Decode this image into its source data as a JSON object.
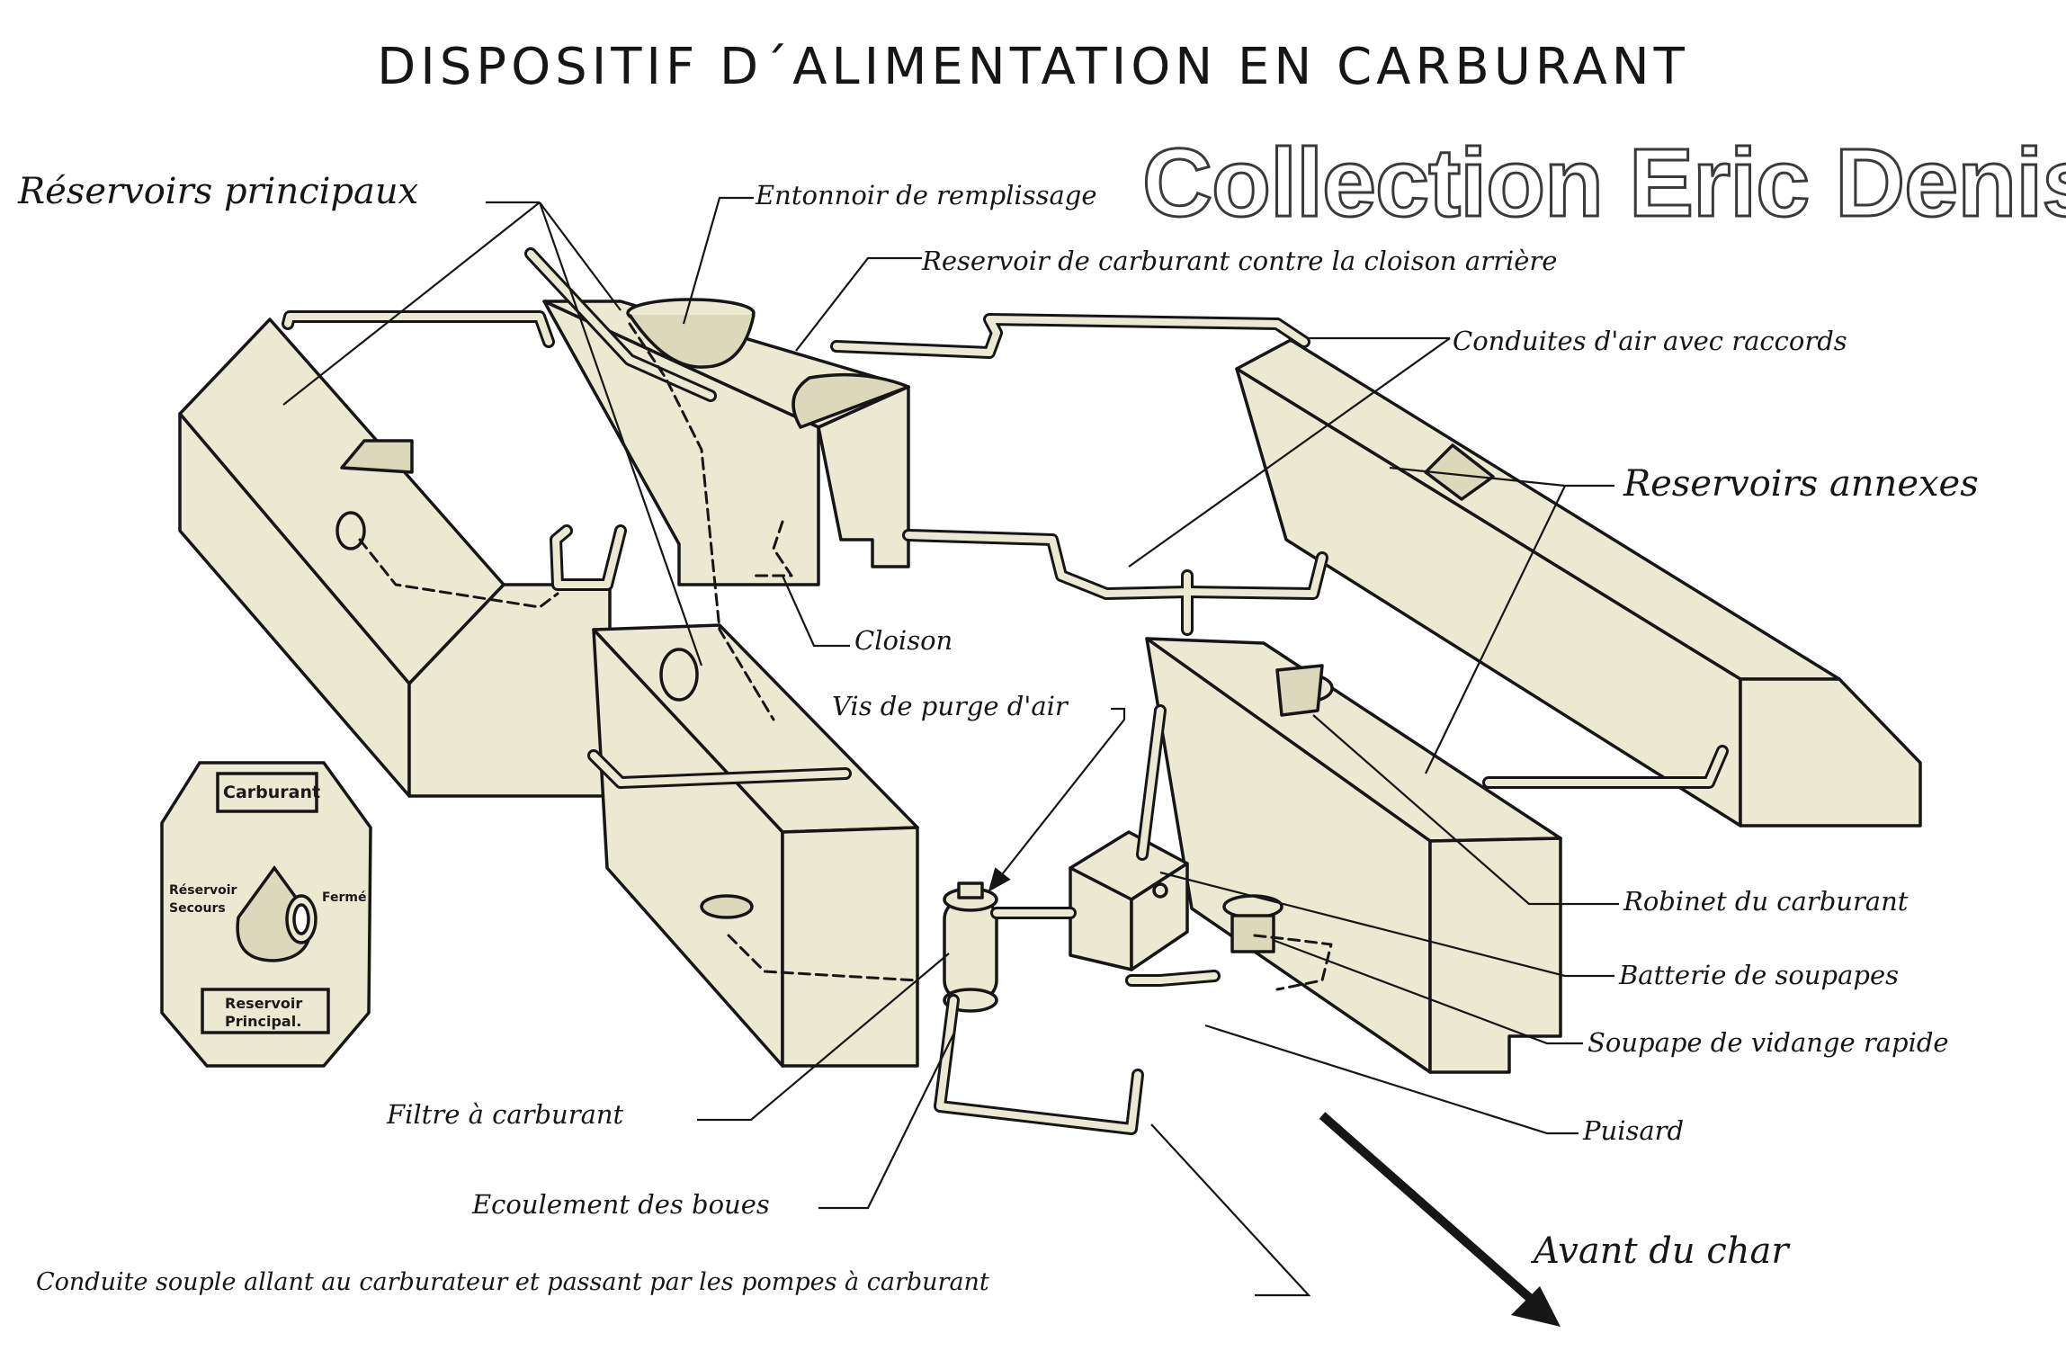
{
  "title": "DISPOSITIF D´ALIMENTATION EN CARBURANT",
  "watermark": "Collection Eric Denis",
  "colors": {
    "tank_fill": "#ece9d2",
    "ink": "#161616",
    "paper": "#ffffff"
  },
  "labels": {
    "reservoirs_principaux": "Réservoirs principaux",
    "entonnoir": "Entonnoir de remplissage",
    "reservoir_cloison": "Reservoir de carburant contre la cloison arrière",
    "conduites_air": "Conduites d'air avec raccords",
    "reservoirs_annexes": "Reservoirs annexes",
    "cloison": "Cloison",
    "vis_purge": "Vis de purge d'air",
    "robinet": "Robinet du carburant",
    "batterie": "Batterie de soupapes",
    "soupape_vidange": "Soupape de vidange rapide",
    "puisard": "Puisard",
    "filtre": "Filtre à carburant",
    "ecoulement": "Ecoulement des boues",
    "avant_char": "Avant du char",
    "conduite_souple": "Conduite souple allant au carburateur et passant par les pompes à carburant"
  },
  "selector_plate": {
    "top": "Carburant",
    "left_line1": "Réservoir",
    "left_line2": "Secours",
    "right": "Fermé",
    "bottom_line1": "Reservoir",
    "bottom_line2": "Principal."
  }
}
